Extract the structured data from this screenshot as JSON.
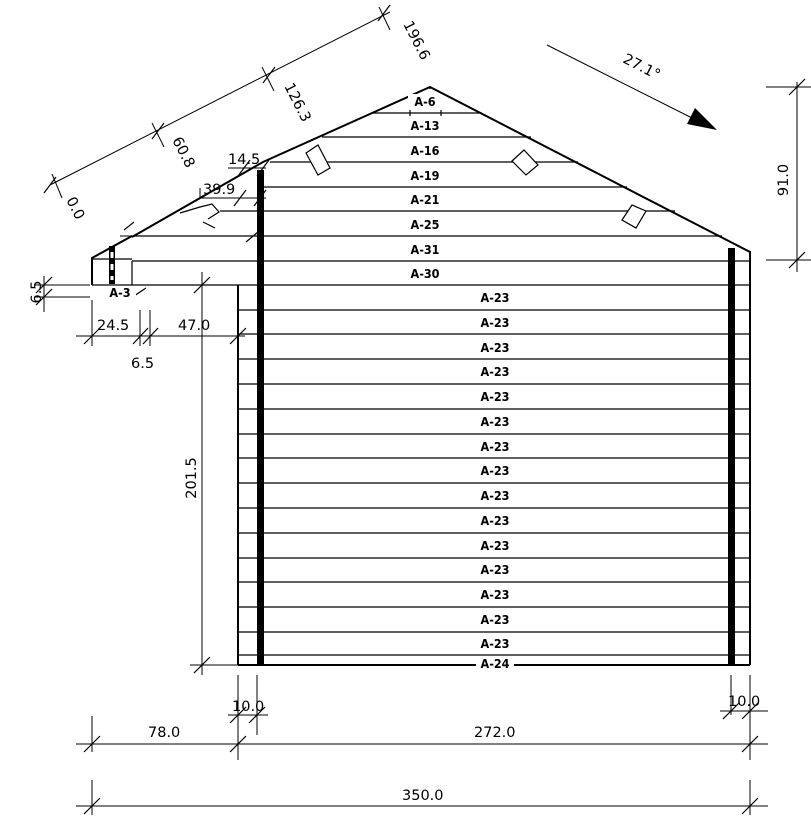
{
  "wall_labels": {
    "a6": "A-6",
    "a13": "A-13",
    "a16": "A-16",
    "a19": "A-19",
    "a21": "A-21",
    "a25": "A-25",
    "a31": "A-31",
    "a30": "A-30",
    "a3": "A-3",
    "a23": "A-23",
    "a24": "A-24"
  },
  "roof_dims": {
    "d0": "0.0",
    "d60": "60.8",
    "d126": "126.3",
    "d196": "196.6"
  },
  "angle": "27.1°",
  "height_91": "91.0",
  "dims": {
    "d14_5": "14.5",
    "d39_9": "39.9",
    "d6_5_v": "6.5",
    "d24_5": "24.5",
    "d47": "47.0",
    "d6_5_h": "6.5",
    "d201_5": "201.5",
    "d10_left": "10.0",
    "d10_right": "10.0",
    "d78": "78.0",
    "d272": "272.0",
    "d350": "350.0"
  }
}
